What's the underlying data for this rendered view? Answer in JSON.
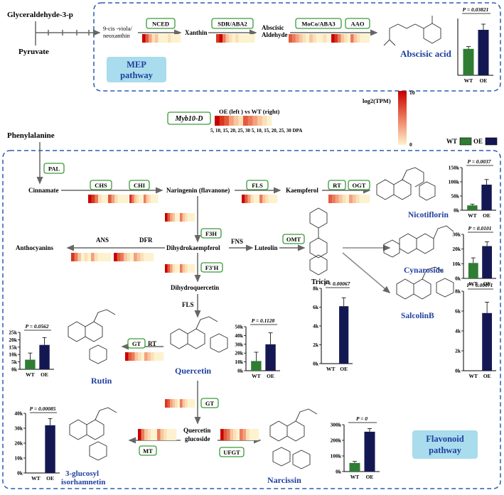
{
  "header": {
    "glyceraldehyde": "Glyceraldehyde-3-p",
    "pyruvate": "Pyruvate"
  },
  "mep": {
    "title_line1": "MEP",
    "title_line2": "pathway",
    "violaxanthin_line1": "9-cis -viola/",
    "violaxanthin_line2": "neoxanthin",
    "xanthin": "Xanthin",
    "aldehyde_line1": "Abscisic",
    "aldehyde_line2": "Aldehyde",
    "abscisic_acid": "Abscisic acid",
    "enzymes": [
      "NCED",
      "SDR/ABA2",
      "MoCo/ABA3",
      "AAO"
    ],
    "pvalue": "P = 0.03821"
  },
  "legend": {
    "myb": "Myb10-D",
    "compare": "OE (left ) vs WT (right)",
    "dpa": "5, 10, 15, 20, 25, 30    5, 10, 15, 20, 25, 30 DPA",
    "scale_title": "log2(TPM)",
    "scale_max": "10",
    "scale_min": "0",
    "wt": "WT",
    "oe": "OE",
    "wt_color": "#2e7d32",
    "oe_color": "#141852"
  },
  "flavonoid": {
    "title_line1": "Flavonoid",
    "title_line2": "pathway",
    "phenylalanine": "Phenylalanine",
    "cinnamate": "Cinnamate",
    "naringenin": "Naringenin (flavanone)",
    "kaempferol": "Kaempferol",
    "nicotiflorin": "Nicotiflorin",
    "dihydrokaempferol": "Dihydrokaempferol",
    "luteolin": "Luteolin",
    "anthocyanins": "Anthocyanins",
    "dihydroquercetin": "Dihydroquercetin",
    "quercetin": "Quercetin",
    "rutin": "Rutin",
    "tricin": "Tricin",
    "cynaroside": "Cynaroside",
    "salcolinb": "SalcolinB",
    "quercetin_glucoside_line1": "Quercetin",
    "quercetin_glucoside_line2": "glucoside",
    "narcissin": "Narcissin",
    "isorhamnetin_line1": "3-glucosyl",
    "isorhamnetin_line2": "isorhamnetin",
    "ans": "ANS",
    "dfr": "DFR",
    "fns": "FNS",
    "fls_arrow": "FLS",
    "rt_arrow": "RT",
    "enzymes": {
      "pal": "PAL",
      "chs": "CHS",
      "chi": "CHI",
      "fls": "FLS",
      "rt": "RT",
      "ogt": "OGT",
      "f3h": "F3H",
      "omt": "OMT",
      "f3ph": "F3'H",
      "gt": "GT",
      "gt2": "GT",
      "mt": "MT",
      "ufgt": "UFGT"
    }
  },
  "chart_data": [
    {
      "type": "bar",
      "id": "abscisic",
      "categories": [
        "WT",
        "OE"
      ],
      "values": [
        93,
        160
      ],
      "errors": [
        8,
        20
      ],
      "ylim": [
        0,
        200
      ],
      "yticks": [],
      "annotation": "P = 0.03821"
    },
    {
      "type": "bar",
      "id": "nicotiflorin",
      "categories": [
        "WT",
        "OE"
      ],
      "values": [
        17000,
        90000
      ],
      "errors": [
        4000,
        18000
      ],
      "ylim": [
        0,
        150000
      ],
      "yticks": [
        "0k",
        "50k",
        "100k",
        "150k"
      ],
      "annotation": "P = 0.0037"
    },
    {
      "type": "bar",
      "id": "cynaroside",
      "categories": [
        "WT",
        "OE"
      ],
      "values": [
        10500,
        22000
      ],
      "errors": [
        3500,
        3000
      ],
      "ylim": [
        0,
        30000
      ],
      "yticks": [
        "0k",
        "10k",
        "20k",
        "30k"
      ],
      "annotation": "P = 0.0101"
    },
    {
      "type": "bar",
      "id": "salcolinb",
      "categories": [
        "WT",
        "OE"
      ],
      "values": [
        0,
        5800
      ],
      "errors": [
        0,
        1100
      ],
      "ylim": [
        0,
        8000
      ],
      "yticks": [
        "0k",
        "2k",
        "4k",
        "6k",
        "8k"
      ],
      "annotation": "P = 0.00071"
    },
    {
      "type": "bar",
      "id": "tricin",
      "categories": [
        "WT",
        "OE"
      ],
      "values": [
        0,
        6100
      ],
      "errors": [
        0,
        900
      ],
      "ylim": [
        0,
        8000
      ],
      "yticks": [
        "0k",
        "2k",
        "4k",
        "6k",
        "8k"
      ],
      "annotation": "P = 0.00067"
    },
    {
      "type": "bar",
      "id": "quercetin",
      "categories": [
        "WT",
        "OE"
      ],
      "values": [
        11000,
        30000
      ],
      "errors": [
        10000,
        13000
      ],
      "ylim": [
        0,
        50000
      ],
      "yticks": [
        "0k",
        "10k",
        "20k",
        "30k",
        "40k",
        "50k"
      ],
      "annotation": "P = 0.1128"
    },
    {
      "type": "bar",
      "id": "rutin",
      "categories": [
        "WT",
        "OE"
      ],
      "values": [
        6500,
        16500
      ],
      "errors": [
        4500,
        5000
      ],
      "ylim": [
        0,
        25000
      ],
      "yticks": [
        "0k",
        "5k",
        "10k",
        "15k",
        "20k",
        "25k"
      ],
      "annotation": "P = 0.0562"
    },
    {
      "type": "bar",
      "id": "isorhamnetin",
      "categories": [
        "WT",
        "OE"
      ],
      "values": [
        0,
        32000
      ],
      "errors": [
        0,
        4500
      ],
      "ylim": [
        0,
        40000
      ],
      "yticks": [
        "0k",
        "10k",
        "20k",
        "30k",
        "40k"
      ],
      "annotation": "P = 0.00085"
    },
    {
      "type": "bar",
      "id": "narcissin",
      "categories": [
        "WT",
        "OE"
      ],
      "values": [
        55000,
        255000
      ],
      "errors": [
        10000,
        20000
      ],
      "ylim": [
        0,
        300000
      ],
      "yticks": [
        "0k",
        "100k",
        "200k",
        "300k"
      ],
      "annotation": "P = 0"
    }
  ]
}
